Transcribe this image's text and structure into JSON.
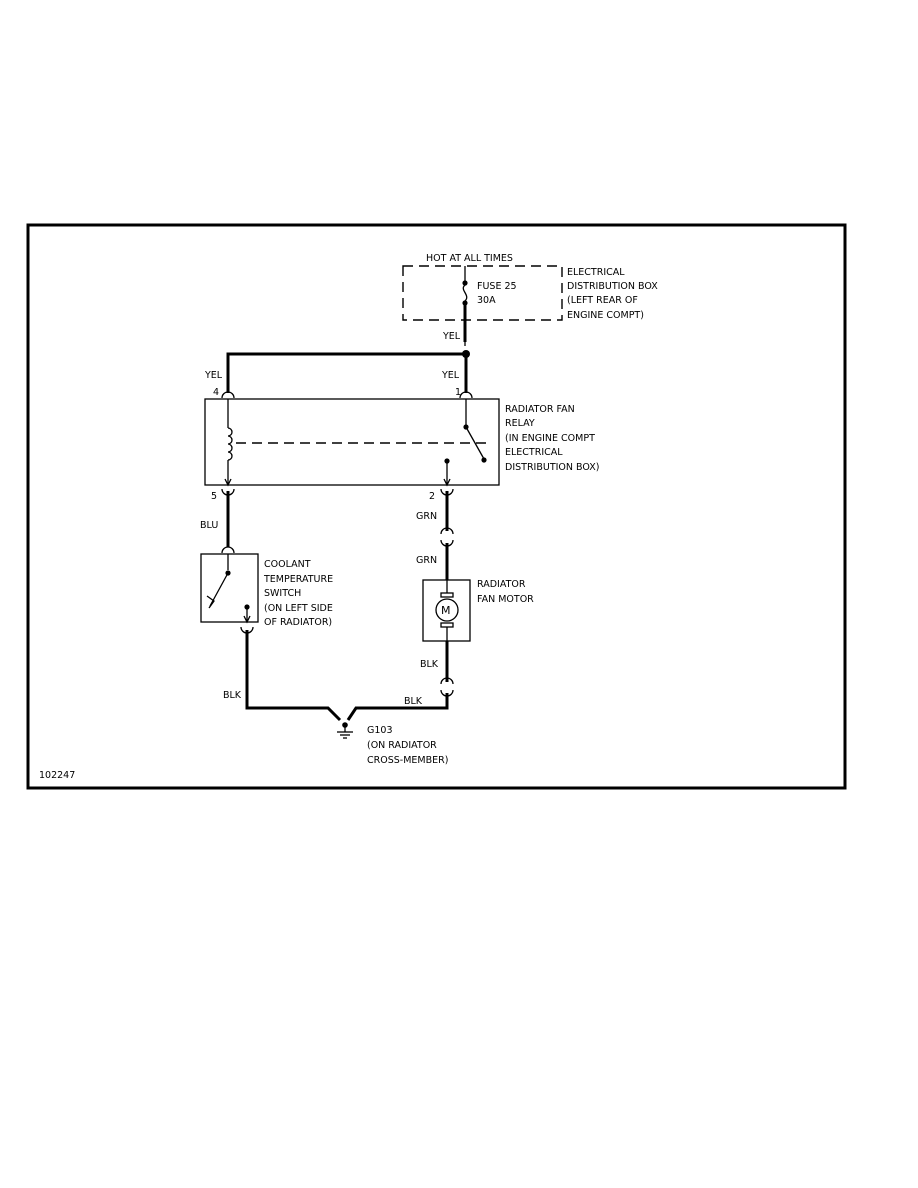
{
  "figure_id": "102247",
  "power_box": {
    "hot_label": "HOT AT ALL TIMES",
    "fuse_label": "FUSE 25",
    "fuse_rating": "30A",
    "name_lines": [
      "ELECTRICAL",
      "DISTRIBUTION BOX",
      "(LEFT REAR OF",
      "ENGINE COMPT)"
    ]
  },
  "relay": {
    "name_lines": [
      "RADIATOR FAN",
      "RELAY",
      "(IN ENGINE COMPT",
      "ELECTRICAL",
      "DISTRIBUTION BOX)"
    ],
    "pins": {
      "p4": "4",
      "p1": "1",
      "p5": "5",
      "p2": "2"
    }
  },
  "switch": {
    "name_lines": [
      "COOLANT",
      "TEMPERATURE",
      "SWITCH",
      "(ON LEFT SIDE",
      "OF RADIATOR)"
    ]
  },
  "motor": {
    "name_lines": [
      "RADIATOR",
      "FAN MOTOR"
    ],
    "symbol": "M"
  },
  "ground": {
    "name_lines": [
      "G103",
      "(ON RADIATOR",
      "CROSS-MEMBER)"
    ]
  },
  "wire_colors": {
    "fuse_out": "YEL",
    "relay_pin4": "YEL",
    "relay_pin1": "YEL",
    "relay_pin5": "BLU",
    "relay_pin2": "GRN",
    "motor_in": "GRN",
    "motor_out": "BLK",
    "switch_gnd": "BLK",
    "motor_gnd": "BLK"
  }
}
